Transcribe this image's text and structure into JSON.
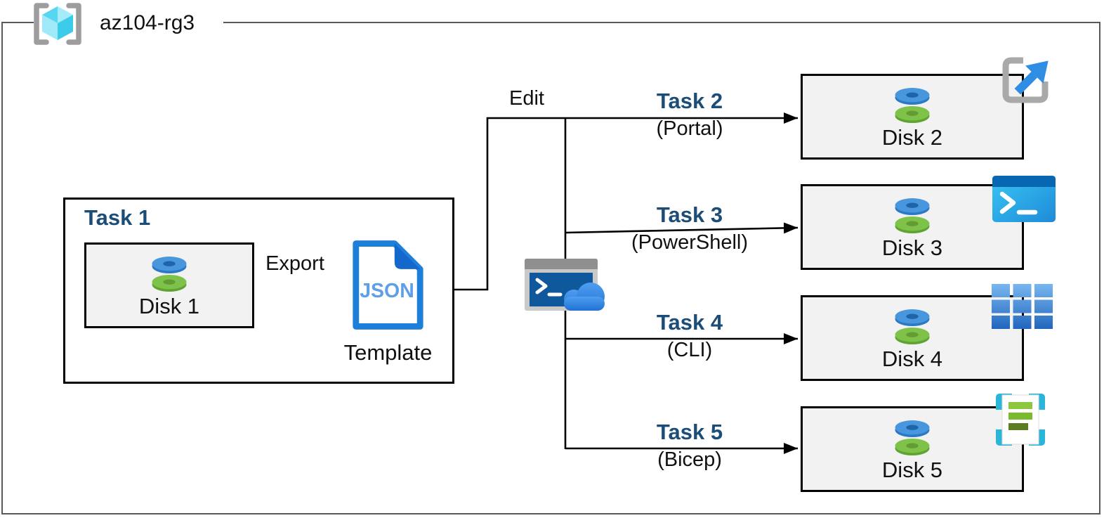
{
  "resource_group": {
    "name": "az104-rg3"
  },
  "task1": {
    "title": "Task 1",
    "disk_label": "Disk 1",
    "export_label": "Export",
    "json_badge": "JSON",
    "template_label": "Template"
  },
  "edit_label": "Edit",
  "branches": [
    {
      "task": "Task 2",
      "method": "(Portal)",
      "disk_label": "Disk 2",
      "icon": "open-in-portal-icon"
    },
    {
      "task": "Task 3",
      "method": "(PowerShell)",
      "disk_label": "Disk 3",
      "icon": "powershell-icon"
    },
    {
      "task": "Task 4",
      "method": "(CLI)",
      "disk_label": "Disk 4",
      "icon": "cli-grid-icon"
    },
    {
      "task": "Task 5",
      "method": "(Bicep)",
      "disk_label": "Disk 5",
      "icon": "bicep-template-icon"
    }
  ],
  "icons": {
    "resource_group": "resource-group-icon",
    "managed_disk": "managed-disk-icon",
    "json_template": "json-template-icon",
    "cloud_shell": "cloud-shell-icon",
    "open_in_portal": "open-in-portal-icon",
    "powershell": "powershell-icon",
    "cli": "cli-grid-icon",
    "bicep": "bicep-template-icon"
  },
  "colors": {
    "boundary_gray": "#595959",
    "box_fill": "#f2f2f2",
    "task_title_navy": "#1c4d78",
    "disk_blue": "#4896dd",
    "disk_green": "#7ec24a",
    "doc_blue": "#1e7fd8",
    "cube_cyan": "#55d7f2",
    "arrow_black": "#000000"
  }
}
